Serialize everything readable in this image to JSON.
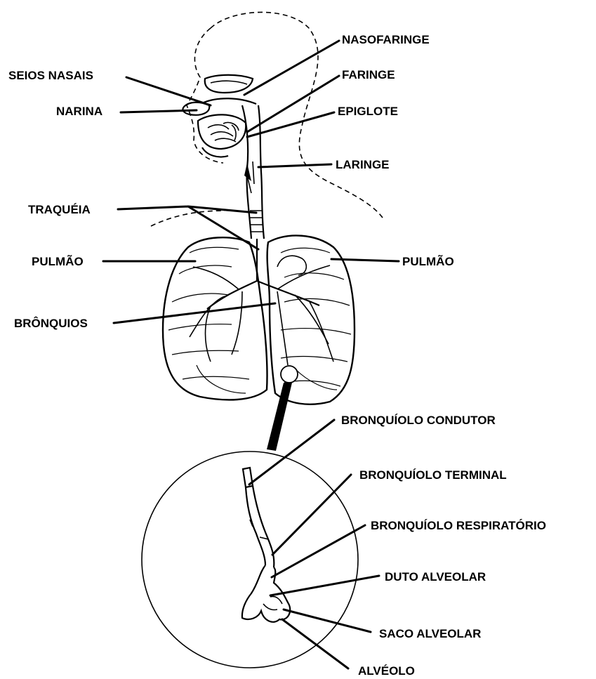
{
  "labels": {
    "nasofaringe": "NASOFARINGE",
    "seios_nasais": "SEIOS NASAIS",
    "faringe": "FARINGE",
    "narina": "NARINA",
    "epiglote": "EPIGLOTE",
    "laringe": "LARINGE",
    "traqueia": "TRAQUÉIA",
    "pulmao_left": "PULMÃO",
    "pulmao_right": "PULMÃO",
    "bronquios": "BRÔNQUIOS",
    "bronquiolo_condutor": "BRONQUÍOLO CONDUTOR",
    "bronquiolo_terminal": "BRONQUÍOLO TERMINAL",
    "bronquiolo_respiratorio": "BRONQUÍOLO RESPIRATÓRIO",
    "duto_alveolar": "DUTO ALVEOLAR",
    "saco_alveolar": "SACO ALVEOLAR",
    "alveolo": "ALVÉOLO"
  }
}
